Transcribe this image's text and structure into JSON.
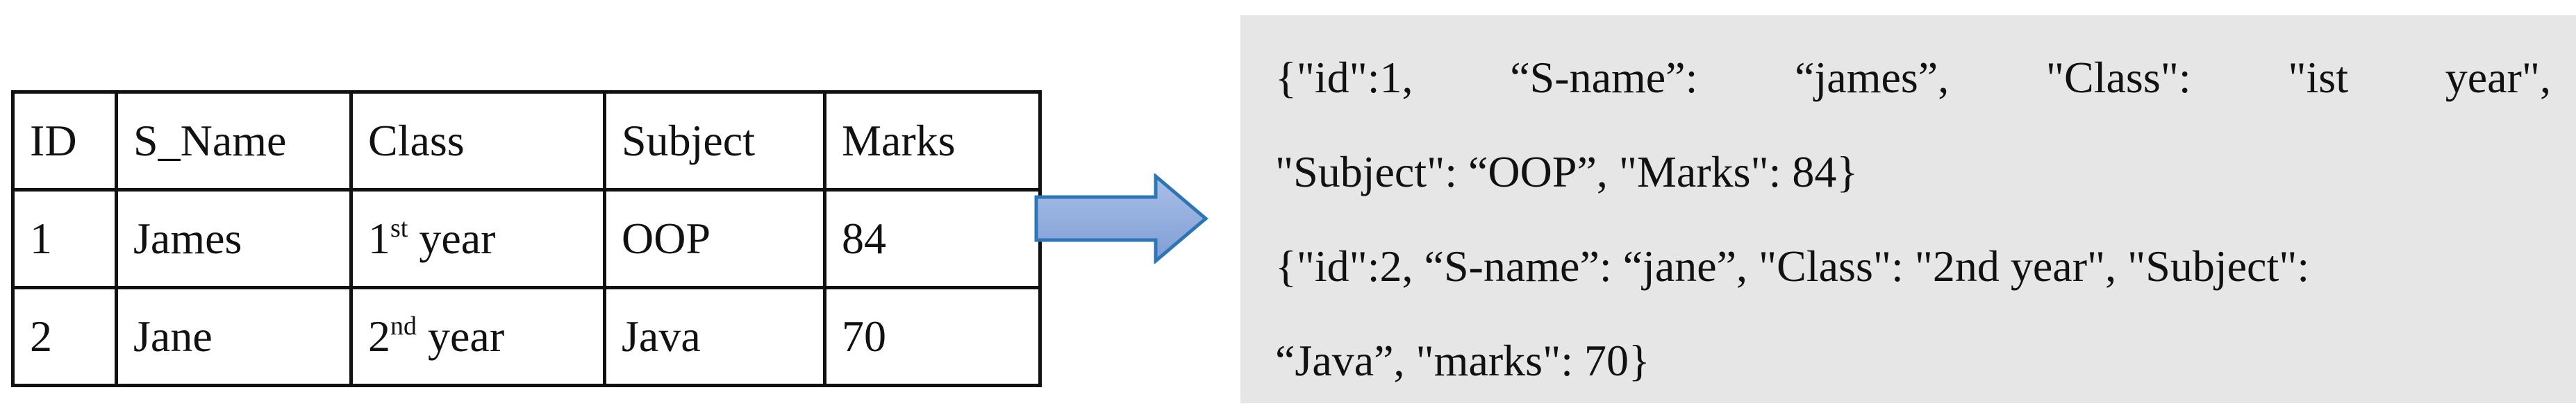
{
  "table": {
    "header": [
      "ID",
      "S_Name",
      "Class",
      "Subject",
      "Marks"
    ],
    "rows": [
      {
        "id": "1",
        "name": "James",
        "class_num": "1",
        "class_sup": "st",
        "class_rest": " year",
        "subject": "OOP",
        "marks": "84"
      },
      {
        "id": "2",
        "name": "Jane",
        "class_num": "2",
        "class_sup": "nd",
        "class_rest": " year",
        "subject": "Java",
        "marks": "70"
      }
    ]
  },
  "arrow": {
    "icon": "right-arrow-icon",
    "fill": "#8eaadb",
    "stroke": "#2e75b6"
  },
  "json_panel": {
    "background": "#e6e6e6",
    "line1_tokens": [
      "{\"id\":1,",
      "“S-name”:",
      "“james”,",
      "\"Class\":",
      "\"ist",
      "year\","
    ],
    "line2": "\"Subject\": “OOP”, \"Marks\": 84}",
    "line3": "{\"id\":2, “S-name”: “jane”, \"Class\": \"2nd year\", \"Subject\":",
    "line4": "“Java”, \"marks\": 70}"
  }
}
